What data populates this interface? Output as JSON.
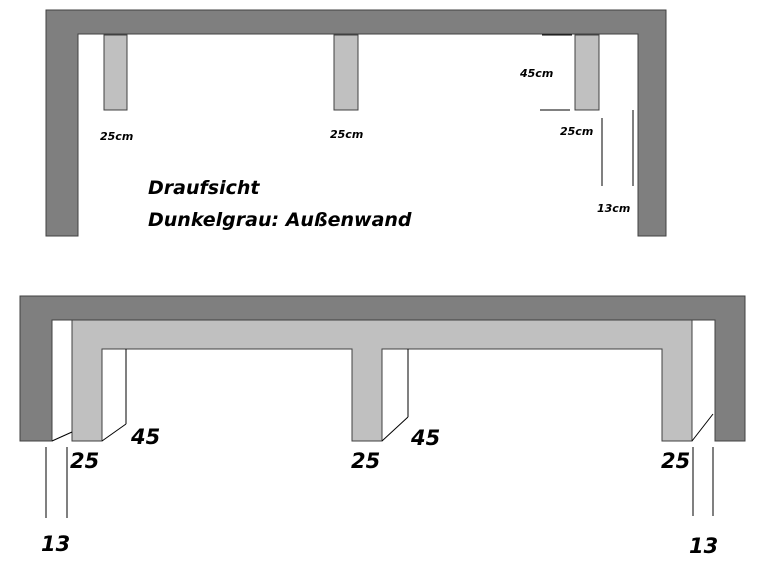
{
  "top_view": {
    "title": "Draufsicht",
    "legend": "Dunkelgrau: Außenwand",
    "post_width_1": "25cm",
    "post_width_2": "25cm",
    "post_width_3": "25cm",
    "post_depth": "45cm",
    "gap": "13cm"
  },
  "front_view": {
    "left_post_width": "25",
    "left_beam_depth": "45",
    "middle_post_width": "25",
    "middle_beam_depth": "45",
    "right_post_width": "25",
    "left_gap": "13",
    "right_gap": "13"
  },
  "colors": {
    "outer_wall": "#7f7f7f",
    "structure": "#c0c0c0",
    "outline": "#404040"
  }
}
